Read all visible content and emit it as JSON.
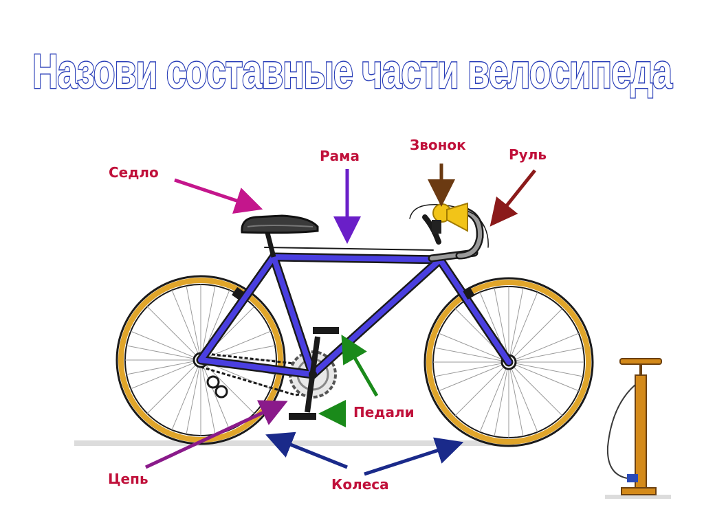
{
  "title": "Назови  составные части велосипеда",
  "labels": {
    "saddle": "Седло",
    "frame": "Рама",
    "bell": "Звонок",
    "handlebar": "Руль",
    "pedals": "Педали",
    "chain": "Цепь",
    "wheels": "Колеса"
  },
  "colors": {
    "label_text": "#c0103a",
    "title_outline": "#2a3fb8",
    "frame": "#4a3fe0",
    "tire": "#e0a52a",
    "arrow_saddle": "#c4168c",
    "arrow_frame": "#6a1fc8",
    "arrow_bell": "#6b3a12",
    "arrow_handlebar": "#8b1a1a",
    "arrow_pedals": "#1a8a1a",
    "arrow_chain": "#8a1a8a",
    "arrow_wheels": "#1a2a8a"
  }
}
